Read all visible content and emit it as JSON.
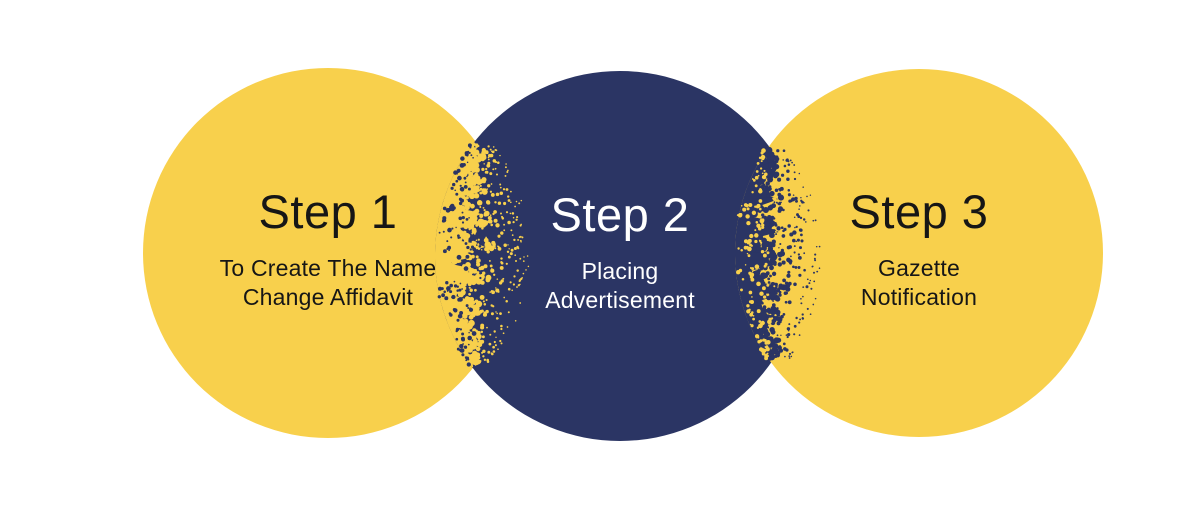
{
  "figure": {
    "type": "three-step-process-circles",
    "background": "#FFFFFF"
  },
  "colors": {
    "yellow": "#F8D04C",
    "navy": "#2B3564",
    "ink_dark": "#161616",
    "ink_light": "#FFFFFF"
  },
  "steps": [
    {
      "title": "Step 1",
      "subtitle_lines": [
        "To Create The Name",
        "Change Affidavit"
      ],
      "circle_color": "#F8D04C",
      "text_color": "#161616"
    },
    {
      "title": "Step 2",
      "subtitle_lines": [
        "Placing",
        "Advertisement"
      ],
      "circle_color": "#2B3564",
      "text_color": "#FFFFFF"
    },
    {
      "title": "Step 3",
      "subtitle_lines": [
        "Gazette",
        "Notification"
      ],
      "circle_color": "#F8D04C",
      "text_color": "#161616"
    }
  ]
}
